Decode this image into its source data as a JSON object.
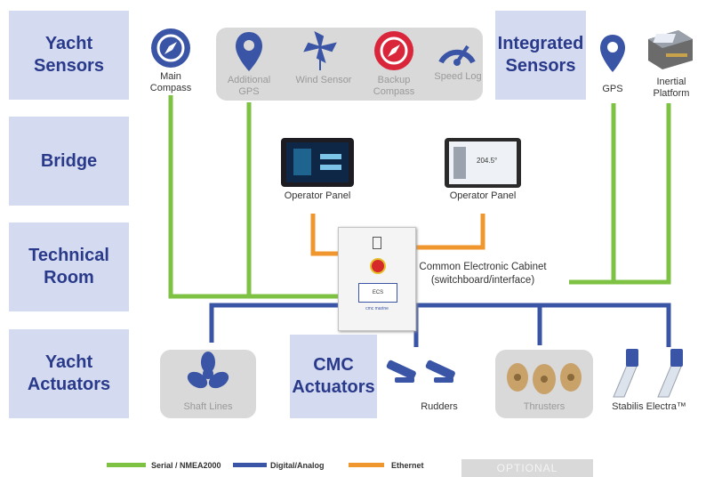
{
  "rows": {
    "yacht_sensors": "Yacht Sensors",
    "bridge": "Bridge",
    "technical_room": "Technical Room",
    "yacht_actuators": "Yacht Actuators"
  },
  "integrated_sensors": "Integrated Sensors",
  "cmc_actuators": "CMC Actuators",
  "sensors": {
    "main_compass": "Main Compass",
    "additional_gps": "Additional GPS",
    "wind_sensor": "Wind Sensor",
    "backup_compass": "Backup Compass",
    "speed_log": "Speed Log",
    "gps": "GPS",
    "inertial_platform": "Inertial Platform"
  },
  "bridge": {
    "panel_left": "Operator Panel",
    "panel_right": "Operator Panel",
    "panel_readout": "204.5°"
  },
  "cabinet": {
    "label_line1": "Common Electronic Cabinet",
    "label_line2": "(switchboard/interface)",
    "screen_text": "ECS",
    "brand_text": "cmc marine"
  },
  "actuators": {
    "shaft_lines": "Shaft Lines",
    "rudders": "Rudders",
    "thrusters": "Thrusters",
    "stabilis": "Stabilis Electra™"
  },
  "legend": {
    "serial": "Serial / NMEA2000",
    "digital": "Digital/Analog",
    "ethernet": "Ethernet",
    "optional": "OPTIONAL"
  },
  "colors": {
    "serial": "#7dc243",
    "digital": "#3a54a6",
    "ethernet": "#f0962e",
    "label_bg": "#d4dbf0",
    "optional_bg": "#d9d9d9"
  }
}
